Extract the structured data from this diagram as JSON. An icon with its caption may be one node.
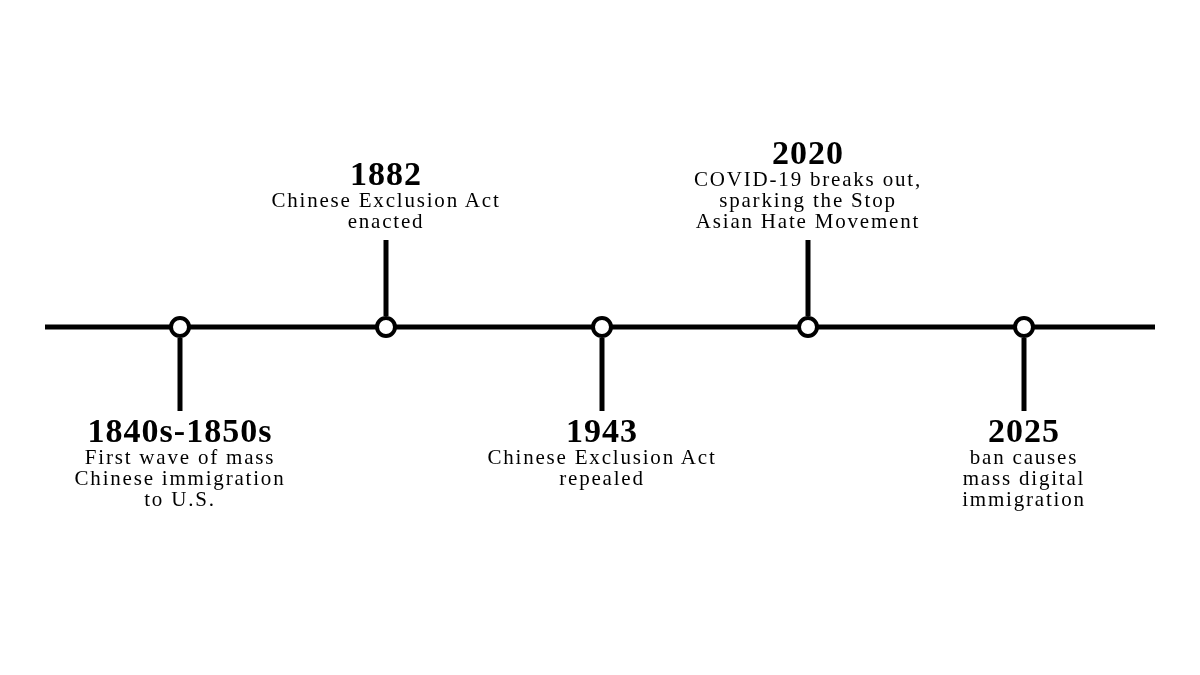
{
  "diagram": {
    "nodes": [
      {
        "text": [
          "1840s-1850s",
          "First wave of mass Chinese immigration to U.S."
        ]
      },
      {
        "text": [
          "1882",
          "Chinese Exclusion Act enacted"
        ]
      },
      {
        "text": [
          "1943",
          "Chinese Exclusion Act repealed"
        ]
      },
      {
        "text": [
          "2020",
          "COVID-19 breaks out, sparking the Stop Asian Hate Movement"
        ]
      },
      {
        "text": [
          "2025",
          "ban causes mass digital immigration"
        ]
      },
      {
        "text": [],
        "shape": "circle"
      },
      {
        "text": [],
        "shape": "circle"
      },
      {
        "text": [],
        "shape": "circle"
      },
      {
        "text": [],
        "shape": "circle"
      },
      {
        "text": [],
        "shape": "circle"
      }
    ],
    "edges": [
      {
        "from": 0,
        "to": 5,
        "arrow": "none"
      },
      {
        "from": 1,
        "to": 6,
        "arrow": "none"
      },
      {
        "from": 2,
        "to": 7,
        "arrow": "none"
      },
      {
        "from": 3,
        "to": 8,
        "arrow": "none"
      },
      {
        "from": 4,
        "to": 9,
        "arrow": "none"
      }
    ]
  }
}
